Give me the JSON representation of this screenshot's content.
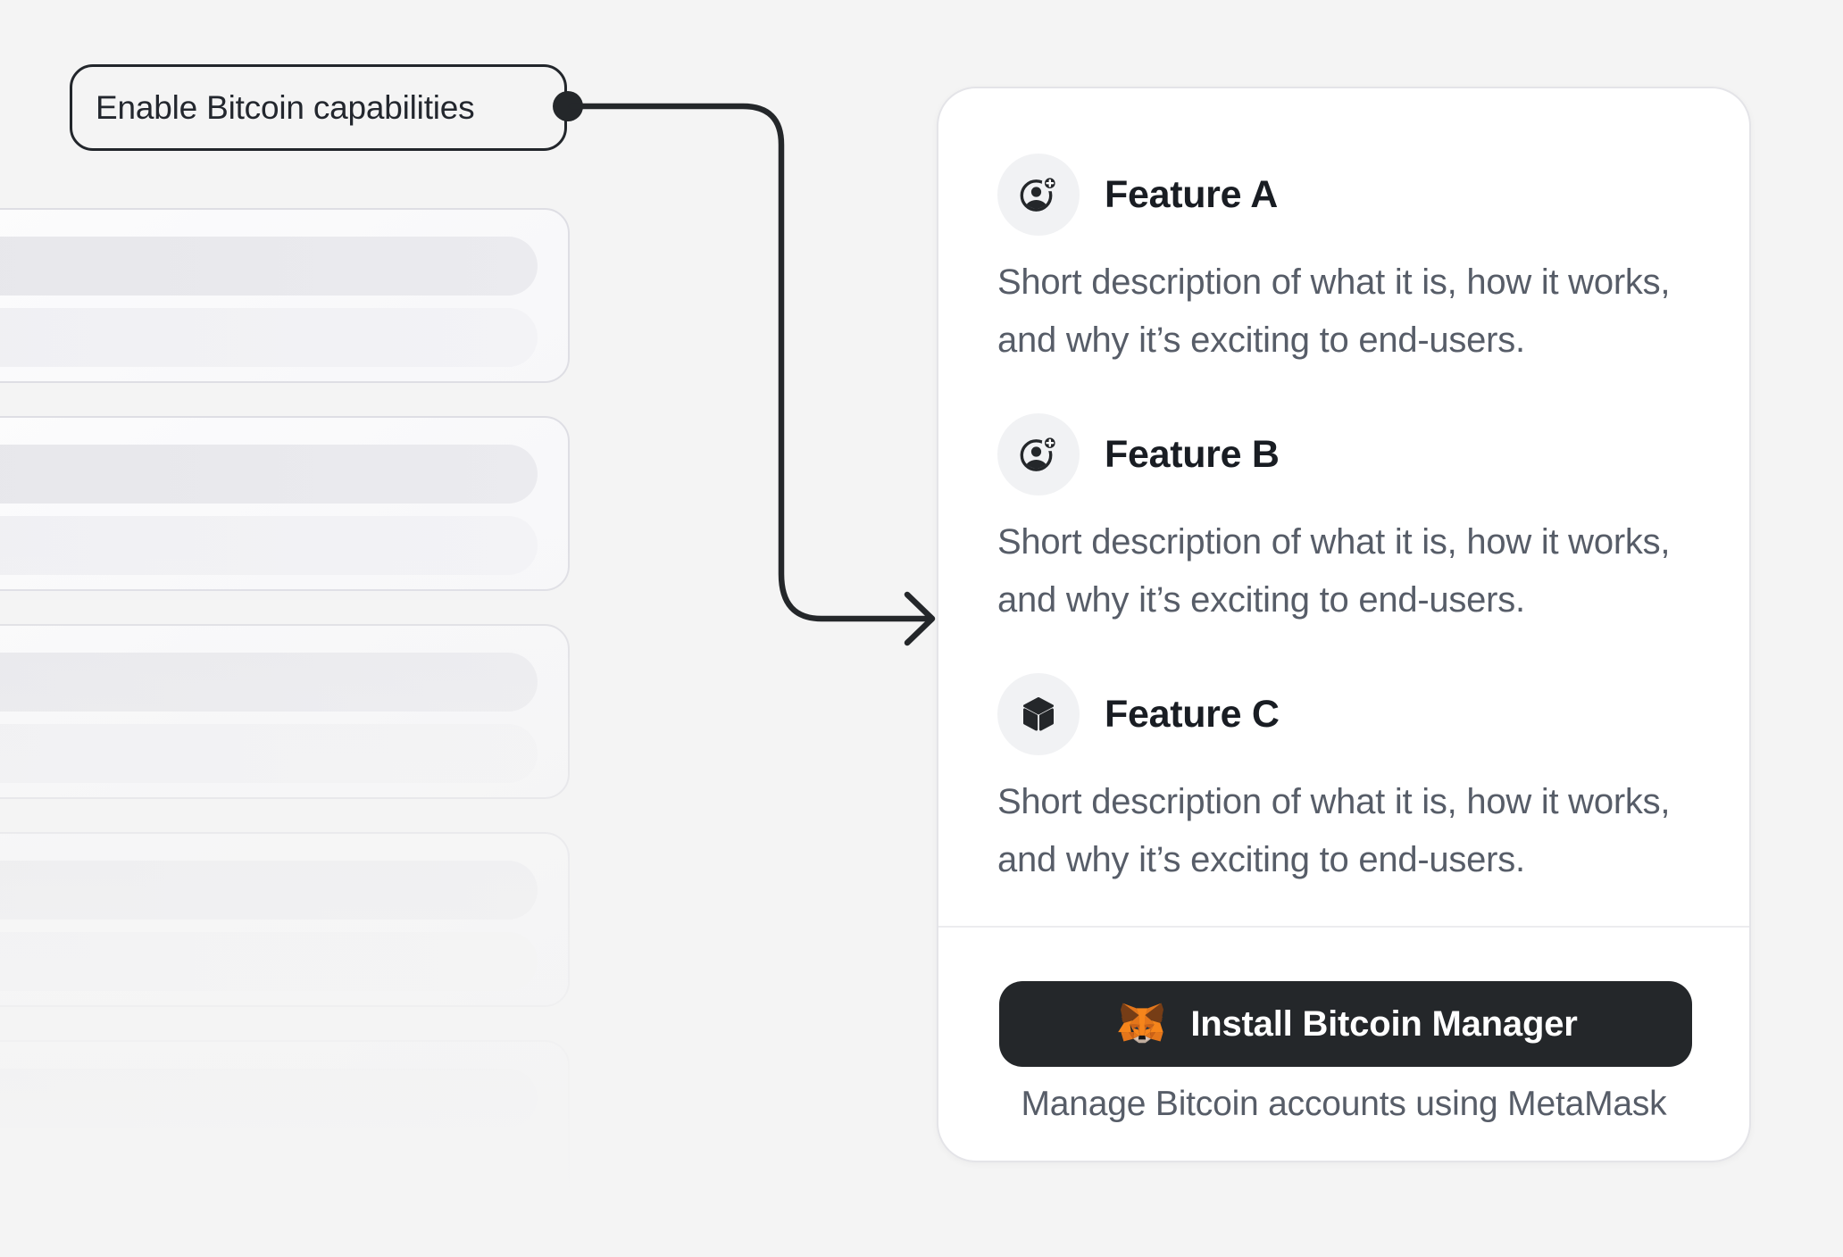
{
  "callout": {
    "label": "Enable Bitcoin capabilities"
  },
  "skeleton_list": {
    "card_count": 5,
    "rows_per_card": 2
  },
  "features_card": {
    "features": [
      {
        "icon": "user-add-icon",
        "title": "Feature A",
        "description": "Short description of what it is, how it works, and why it’s exciting to end-users."
      },
      {
        "icon": "user-add-icon",
        "title": "Feature B",
        "description": "Short description of what it is, how it works, and why it’s exciting to end-users."
      },
      {
        "icon": "cube-icon",
        "title": "Feature C",
        "description": "Short description of what it is, how it works, and why it’s exciting to end-users."
      }
    ],
    "footer": {
      "install_button": {
        "icon": "metamask-fox-icon",
        "label": "Install Bitcoin Manager"
      },
      "caption": "Manage Bitcoin accounts using MetaMask"
    }
  },
  "colors": {
    "background": "#F4F4F4",
    "ink": "#24272A",
    "title_text": "#191D23",
    "body_text": "#575D68",
    "card_bg": "#FFFFFF",
    "card_border": "#E4E4E8",
    "icon_circle_bg": "#F1F2F4",
    "button_bg": "#24272A",
    "button_text": "#FFFFFF",
    "fox_orange": "#F6851B"
  }
}
